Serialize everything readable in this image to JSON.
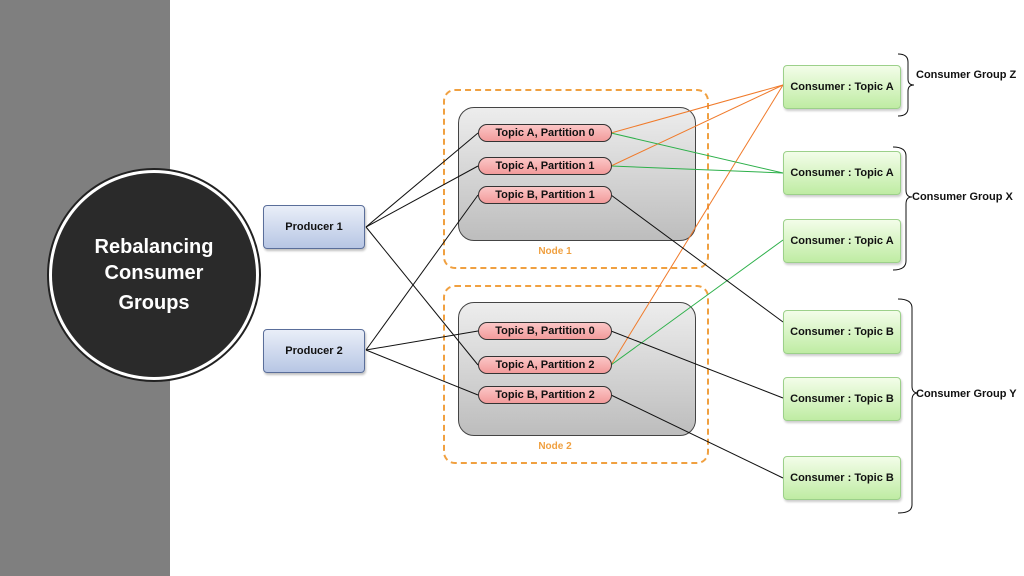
{
  "title": {
    "line1": "Rebalancing",
    "line2": "Consumer",
    "line3": "Groups"
  },
  "nodes": [
    {
      "label": "Node 1",
      "partitions": [
        "Topic A, Partition 0",
        "Topic A, Partition 1",
        "Topic B, Partition 1"
      ]
    },
    {
      "label": "Node 2",
      "partitions": [
        "Topic B, Partition 0",
        "Topic A, Partition 2",
        "Topic B, Partition 2"
      ]
    }
  ],
  "producers": [
    "Producer 1",
    "Producer 2"
  ],
  "consumers": [
    "Consumer : Topic A",
    "Consumer : Topic A",
    "Consumer : Topic A",
    "Consumer : Topic B",
    "Consumer : Topic B",
    "Consumer : Topic B"
  ],
  "groups": [
    "Consumer Group Z",
    "Consumer Group X",
    "Consumer Group Y"
  ],
  "colors": {
    "group_z_links": "#f07a2a",
    "group_x_links": "#2db04a",
    "group_y_links": "#111111",
    "node_border": "#f0a040"
  }
}
